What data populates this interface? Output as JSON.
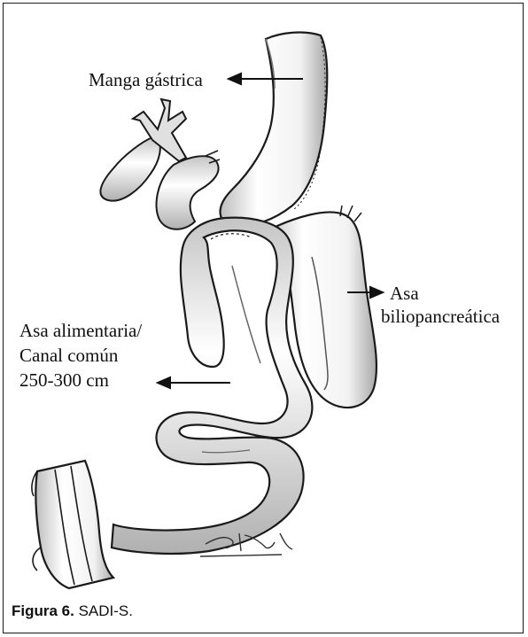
{
  "labels": {
    "sleeve": "Manga gástrica",
    "bilio_line1": "Asa",
    "bilio_line2": "biliopancreática",
    "alim_line1": "Asa alimentaria/",
    "alim_line2": "Canal común",
    "alim_line3": "250-300 cm"
  },
  "caption": {
    "prefix": "Figura 6.",
    "text": " SADI-S."
  },
  "colors": {
    "ink": "#1a1a1a",
    "shade": "#8a8a8a",
    "fill": "#ffffff",
    "fill_shaded": "#d9d9d9"
  }
}
